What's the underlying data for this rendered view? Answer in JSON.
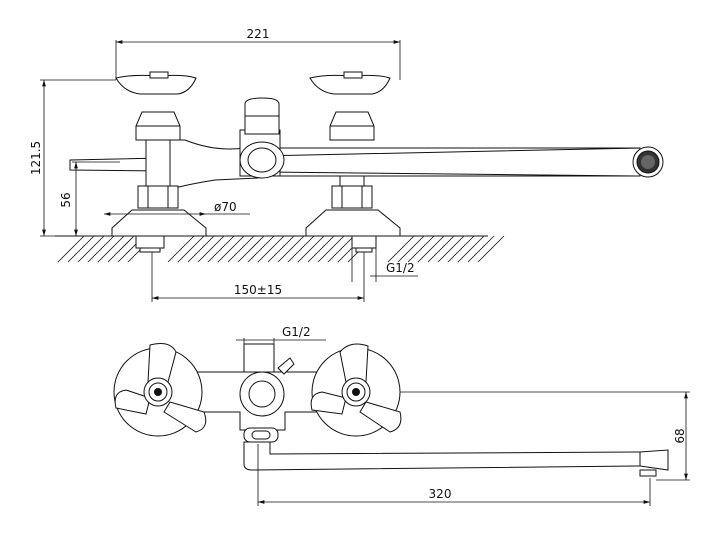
{
  "dimensions": {
    "width_221": "221",
    "height_121_5": "121.5",
    "height_56": "56",
    "diameter_70": "ø70",
    "thread_g12_side": "G1/2",
    "spacing_150": "150±15",
    "thread_g12_top": "G1/2",
    "height_68": "68",
    "length_320": "320"
  },
  "colors": {
    "line": "#111111",
    "background": "#ffffff"
  }
}
